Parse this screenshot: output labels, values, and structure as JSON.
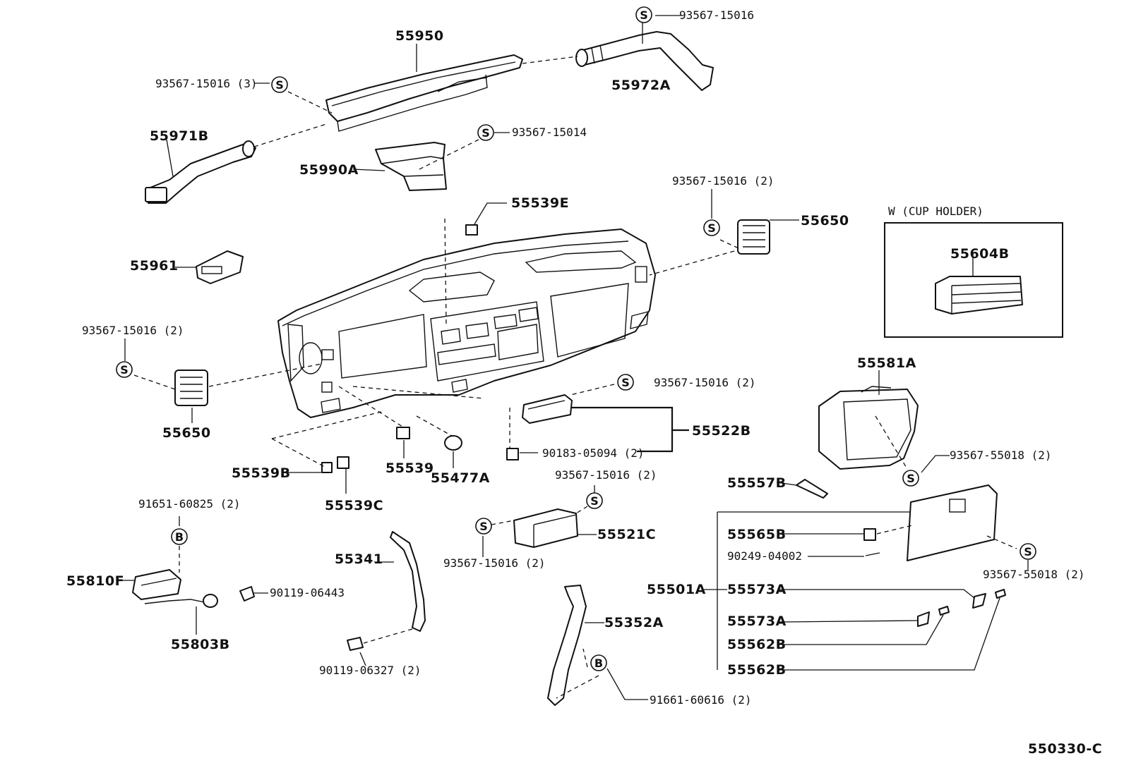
{
  "symbols": {
    "s": "S",
    "b": "B"
  },
  "labels": {
    "p55950": "55950",
    "p93567_15016_3": "93567-15016 (3)",
    "p93567_15016_top": "93567-15016",
    "p55972A": "55972A",
    "p55971B": "55971B",
    "p93567_15014": "93567-15014",
    "p55990A": "55990A",
    "p55539E": "55539E",
    "p93567_15016_2_r": "93567-15016 (2)",
    "p55650_r": "55650",
    "p55961": "55961",
    "p93567_15016_2_l": "93567-15016 (2)",
    "p55650_l": "55650",
    "p93567_15016_2_m": "93567-15016 (2)",
    "p55522B": "55522B",
    "p90183_05094": "90183-05094 (2)",
    "p55539B": "55539B",
    "p55539": "55539",
    "p55477A": "55477A",
    "p55539C": "55539C",
    "p91651_60825": "91651-60825 (2)",
    "p93567_15016_2_c": "93567-15016 (2)",
    "p55521C": "55521C",
    "p93567_15016_2_c2": "93567-15016 (2)",
    "p55341": "55341",
    "p55810F": "55810F",
    "p90119_06443": "90119-06443",
    "p55803B": "55803B",
    "p90119_06327": "90119-06327 (2)",
    "p55352A": "55352A",
    "p91661_60616": "91661-60616 (2)",
    "p55581A": "55581A",
    "p93567_55018_a": "93567-55018 (2)",
    "p55557B": "55557B",
    "p55565B": "55565B",
    "p90249_04002": "90249-04002",
    "p93567_55018_b": "93567-55018 (2)",
    "p55501A": "55501A",
    "p55573A_1": "55573A",
    "p55573A_2": "55573A",
    "p55562B_1": "55562B",
    "p55562B_2": "55562B",
    "cup_holder_title": "W (CUP HOLDER)",
    "p55604B": "55604B",
    "diagram_code": "550330-C"
  }
}
